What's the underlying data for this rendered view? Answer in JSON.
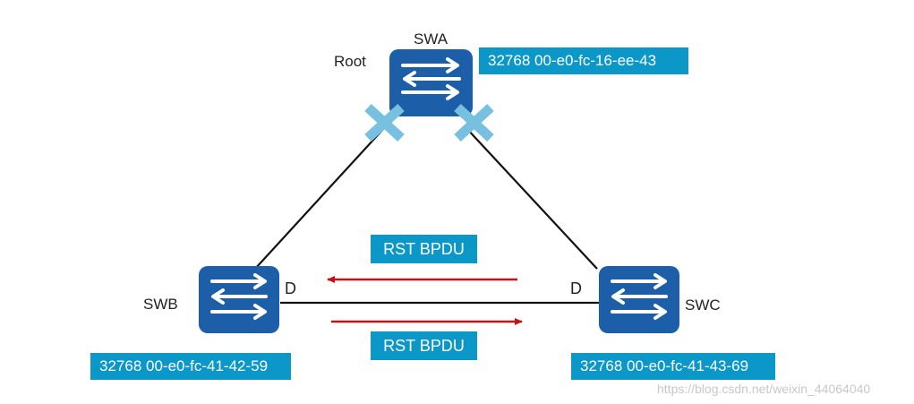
{
  "switches": {
    "swa": {
      "name": "SWA",
      "role": "Root",
      "bridge_id": "32768 00-e0-fc-16-ee-43"
    },
    "swb": {
      "name": "SWB",
      "bridge_id": "32768 00-e0-fc-41-42-59",
      "port_role": "D"
    },
    "swc": {
      "name": "SWC",
      "bridge_id": "32768 00-e0-fc-41-43-69",
      "port_role": "D"
    }
  },
  "messages": {
    "top": "RST BPDU",
    "bottom": "RST BPDU"
  },
  "watermark": "https://blog.csdn.net/weixin_44064040",
  "colors": {
    "switch_fill": "#1c5ea8",
    "tag_fill": "#0c97c9",
    "arrow": "#c0141b",
    "blocked_marker": "#78c0e0",
    "link": "#111111"
  },
  "icons": {
    "switch": "switch-arrows-icon",
    "blocked": "blocked-x-icon",
    "arrow": "arrow-icon"
  }
}
